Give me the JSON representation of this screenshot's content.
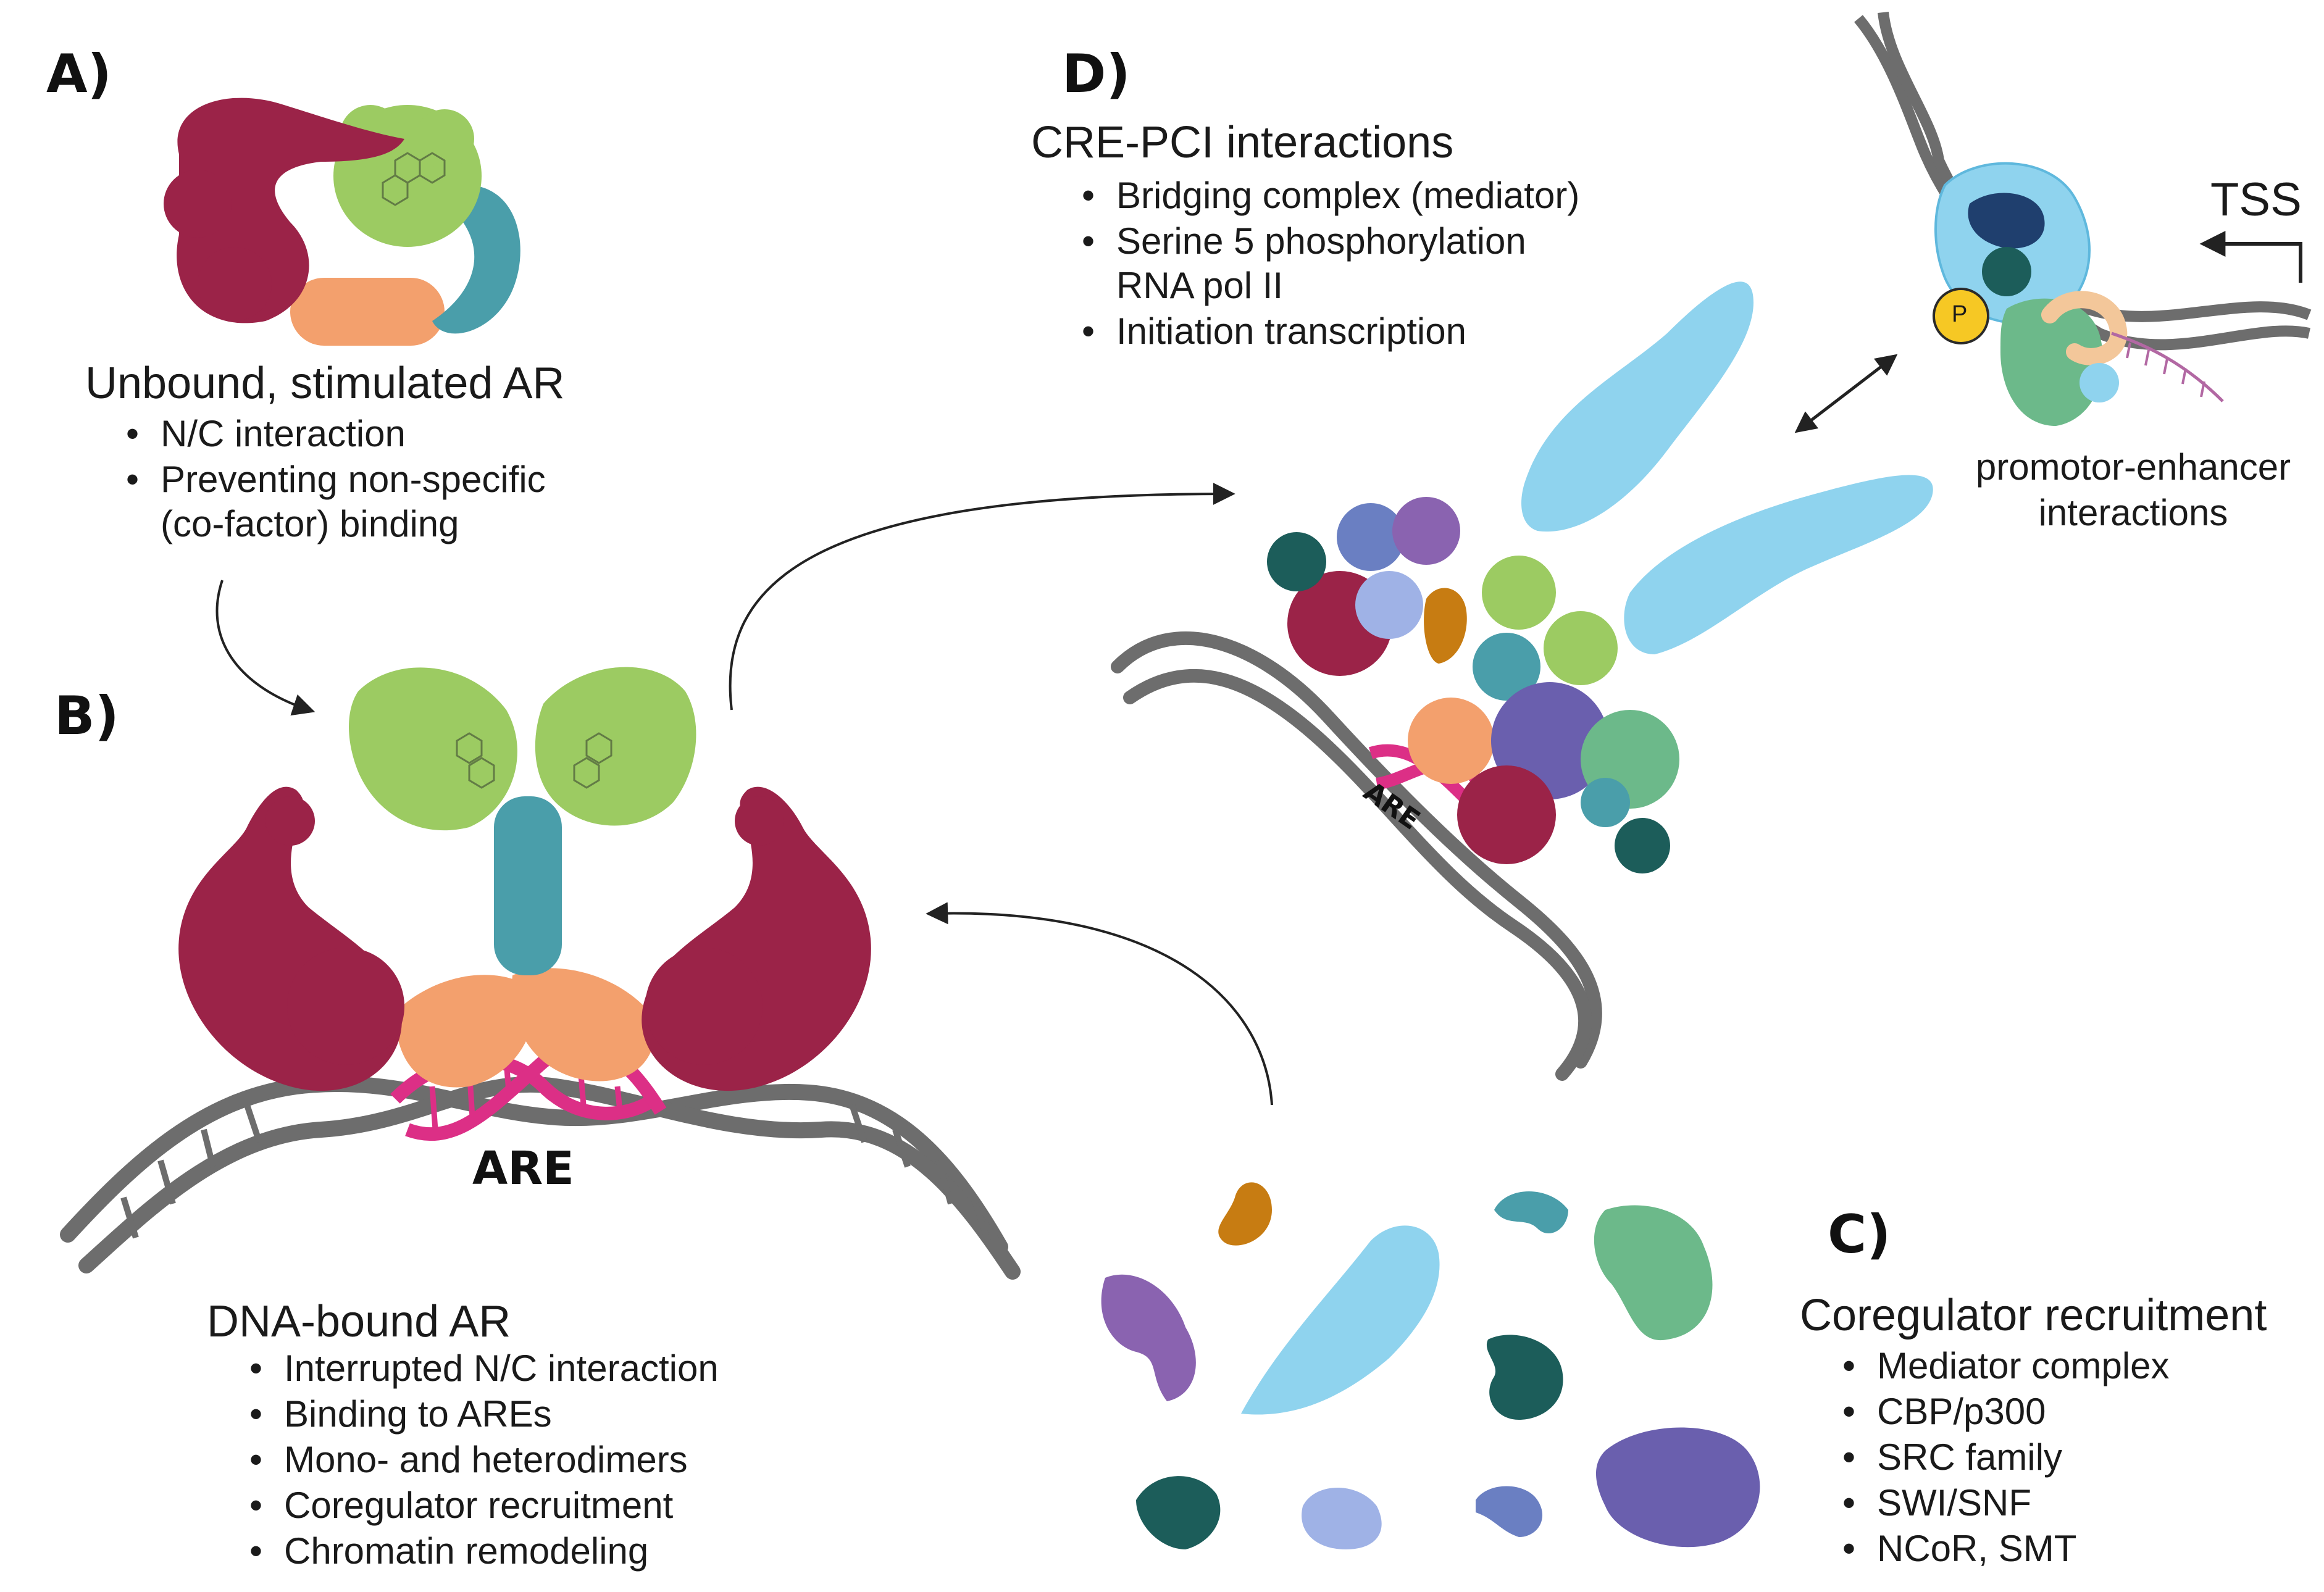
{
  "panels": {
    "a": {
      "label": "A)",
      "title": "Unbound, stimulated AR",
      "items": [
        "N/C interaction",
        "Preventing non-specific",
        "(co-factor) binding"
      ]
    },
    "b": {
      "label": "B)",
      "are_label": "ARE",
      "title": "DNA-bound AR",
      "items": [
        "Interrupted N/C interaction",
        "Binding to AREs",
        "Mono- and heterodimers",
        "Coregulator recruitment",
        "Chromatin remodeling"
      ]
    },
    "c": {
      "label": "C)",
      "title": "Coregulator recruitment",
      "items": [
        "Mediator complex",
        "CBP/p300",
        "SRC family",
        "SWI/SNF",
        "NCoR, SMT"
      ]
    },
    "d": {
      "label": "D)",
      "title": "CRE-PCI interactions",
      "items": [
        "Bridging complex (mediator)",
        "Serine 5 phosphorylation",
        "RNA pol II",
        "Initiation transcription"
      ],
      "are_label": "ARE",
      "tss_label": "TSS",
      "phospho_label": "P",
      "promoter_line1": "promotor-enhancer",
      "promoter_line2": "interactions"
    }
  },
  "colors": {
    "ntd_crimson": "#9b2348",
    "lbd_green": "#9ccb62",
    "hinge_teal": "#4a9eaa",
    "dbd_orange": "#f3a06d",
    "dna_gray": "#6d6d6d",
    "are_pink": "#dc2f86",
    "mediator_blue": "#8fd3ee",
    "purple": "#8a63b0",
    "violet": "#6a5fae",
    "dark_teal": "#1c5d5a",
    "mustard": "#c77c12",
    "sea_green": "#6cb98a",
    "periwinkle": "#9fb2e6",
    "phospho_yellow": "#f6c824"
  }
}
